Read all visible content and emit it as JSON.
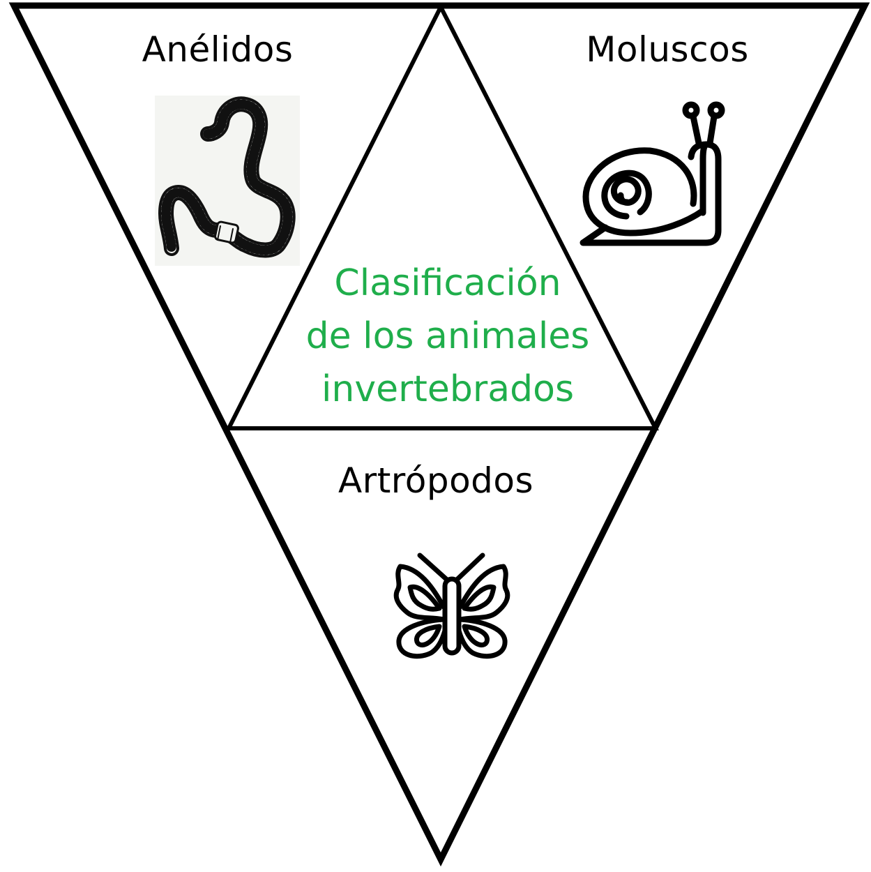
{
  "title_lines": [
    "Clasificación",
    "de los animales",
    "invertebrados"
  ],
  "sections": {
    "anelidos": {
      "label": "Anélidos",
      "icon": "worm-icon"
    },
    "moluscos": {
      "label": "Moluscos",
      "icon": "snail-icon"
    },
    "artropodos": {
      "label": "Artrópodos",
      "icon": "butterfly-icon"
    }
  },
  "colors": {
    "title": "#1fae4b",
    "stroke": "#000000",
    "background": "#ffffff"
  }
}
